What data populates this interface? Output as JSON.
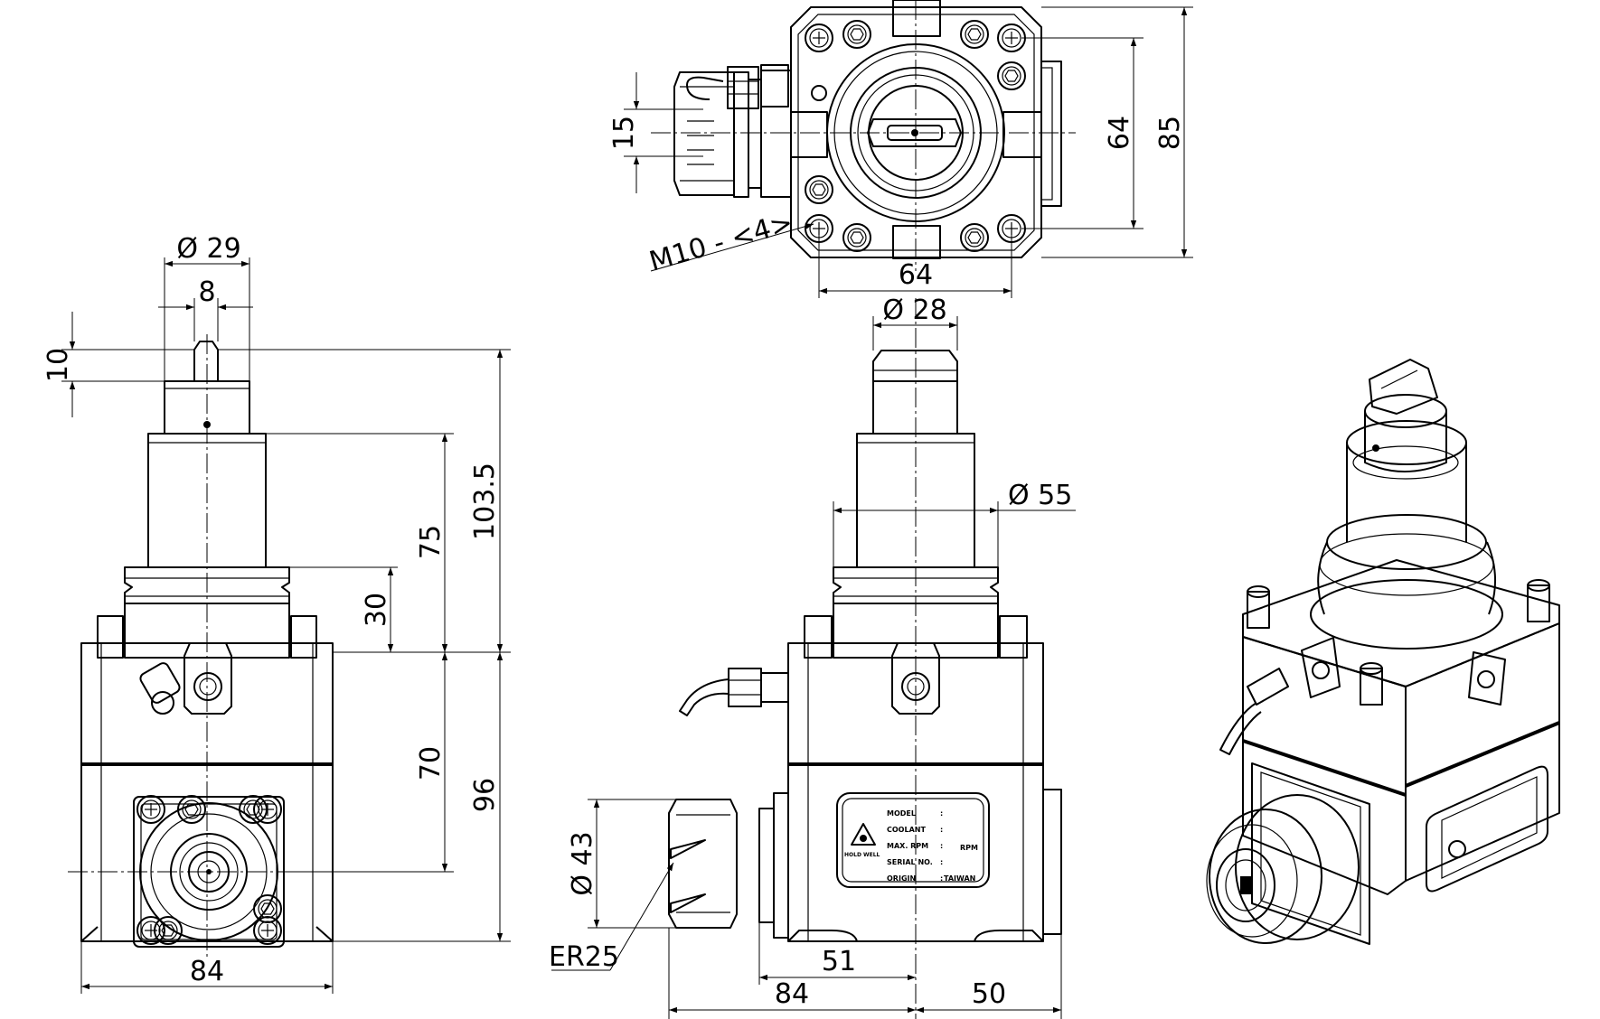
{
  "top_view": {
    "dim_offset": "15",
    "dim_inner_height": "64",
    "dim_outer_height": "85",
    "dim_width": "64",
    "thread_label": "M10 - <4>"
  },
  "front_view": {
    "dim_shank_dia": "Ø 29",
    "dim_tang": "8",
    "dim_tang_height": "10",
    "dim_upper_total": "103.5",
    "dim_shank_length": "75",
    "dim_flange": "30",
    "dim_body_height": "70",
    "dim_lower_total": "96",
    "dim_width": "84"
  },
  "side_view": {
    "dim_top_dia": "Ø 28",
    "dim_shank_dia": "Ø 55",
    "dim_nut_dia": "Ø 43",
    "collet_label": "ER25",
    "dim_offset": "51",
    "dim_width_left": "84",
    "dim_width_right": "50"
  },
  "nameplate": {
    "model": "MODEL",
    "coolant": "COOLANT",
    "max_rpm": "MAX. RPM",
    "serial": "SERIAL NO.",
    "origin": "ORIGIN",
    "origin_value": "TAIWAN",
    "rpm_unit": "RPM",
    "brand": "HOLD WELL",
    "colon": ":"
  }
}
